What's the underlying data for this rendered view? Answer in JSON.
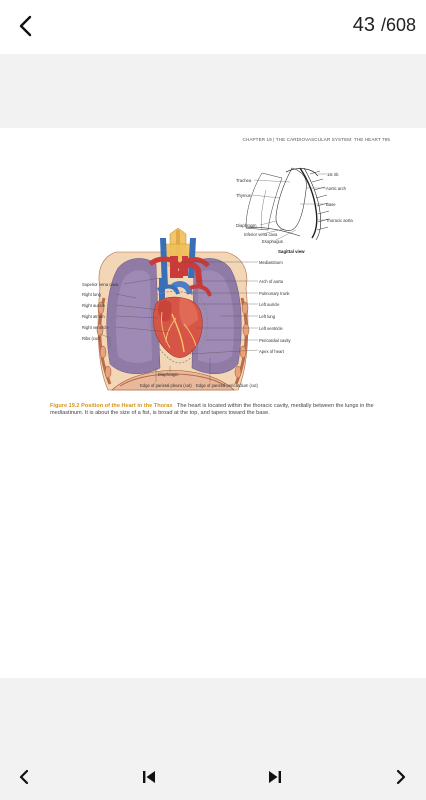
{
  "header": {
    "current_page": "43",
    "total_pages": "/608",
    "back_icon": "chevron-left-icon"
  },
  "document": {
    "running_head": "CHAPTER 19 | THE CARDIOVASCULAR SYSTEM: THE HEART   795",
    "sagittal": {
      "labels_left": [
        "Trachea",
        "Thymus",
        "Diaphragm",
        "Inferior vena cava",
        "Esophagus"
      ],
      "labels_right": [
        "1st rib",
        "Aortic arch",
        "Base",
        "Thoracic aorta"
      ],
      "view_title": "Sagittal view"
    },
    "frontal": {
      "labels_left": [
        "Superior vena cava",
        "Right lung",
        "Right auricle",
        "Right atrium",
        "Right ventricle",
        "Ribs (cut)"
      ],
      "labels_right": [
        "Mediastinum",
        "Arch of aorta",
        "Pulmonary trunk",
        "Left auricle",
        "Left lung",
        "Left ventricle",
        "Pericardial cavity",
        "Apex of heart"
      ],
      "labels_bottom": [
        "Diaphragm",
        "Edge of parietal pleura (cut)",
        "Edge of parietal pericardium (cut)"
      ]
    },
    "caption_title": "Figure 19.2 Position of the Heart in the Thorax",
    "caption_text": "The heart is located within the thoracic cavity, medially between the lungs in the mediastinum. It is about the size of a fist, is broad at the top, and tapers toward the base."
  },
  "navigation": {
    "prev_icon": "chevron-left-icon",
    "first_icon": "skip-to-first-icon",
    "last_icon": "skip-to-last-icon",
    "next_icon": "chevron-right-icon"
  }
}
